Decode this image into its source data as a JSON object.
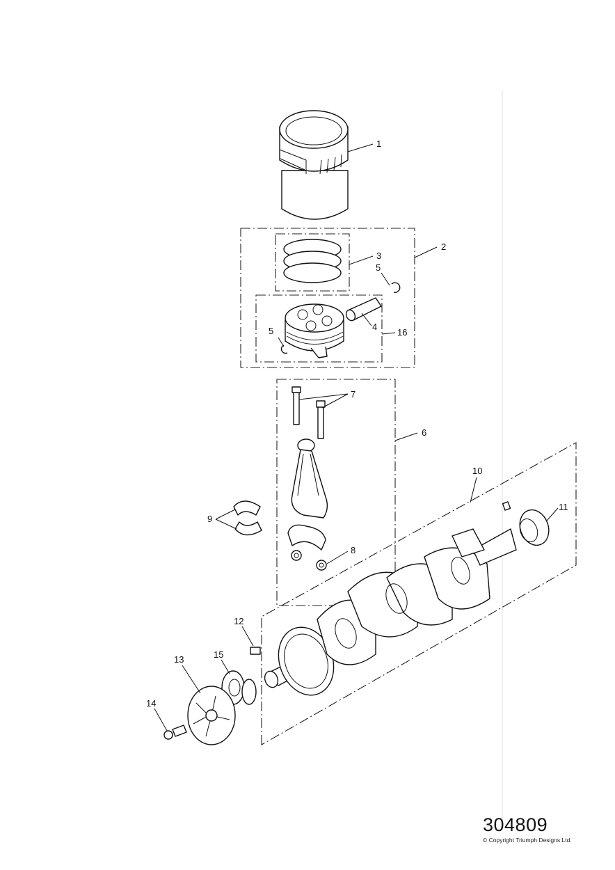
{
  "diagram": {
    "drawing_number": "304809",
    "copyright": "© Copyright Triumph Designs Ltd.",
    "callouts": [
      "1",
      "2",
      "3",
      "4",
      "5",
      "5",
      "6",
      "7",
      "8",
      "9",
      "10",
      "11",
      "12",
      "13",
      "14",
      "15",
      "16"
    ]
  }
}
